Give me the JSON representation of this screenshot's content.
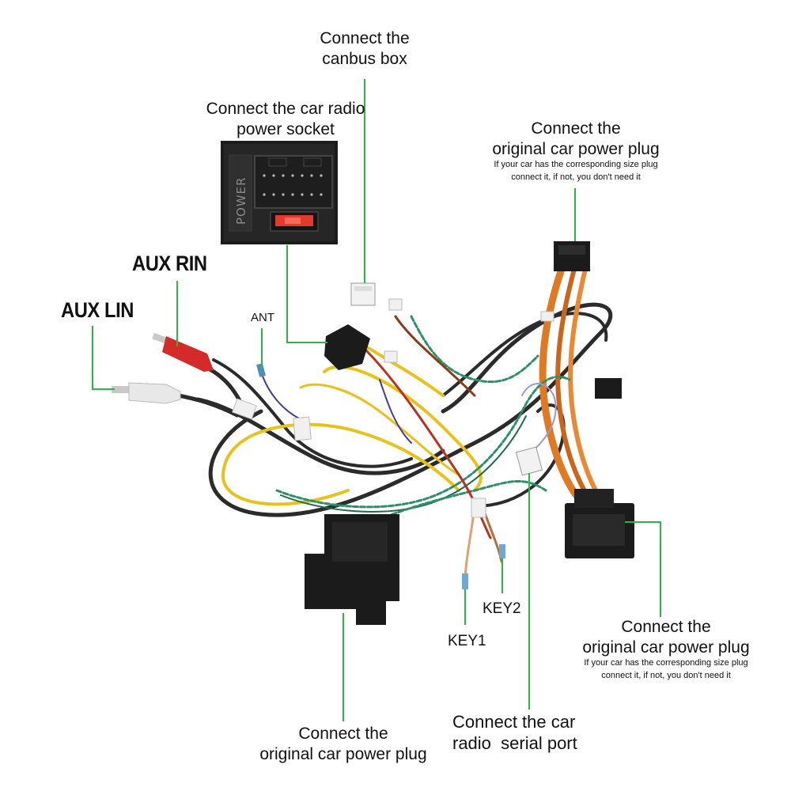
{
  "labels": {
    "canbus": {
      "line1": "Connect the",
      "line2": "canbus box"
    },
    "radio_power": {
      "line1": "Connect the car radio",
      "line2": "power socket"
    },
    "power_top": {
      "line1": "Connect the",
      "line2": "original car power plug",
      "note1": "If your car has the corresponding size plug",
      "note2": "connect it, if not, you don't need it"
    },
    "aux_rin": "AUX RIN",
    "aux_lin": "AUX LIN",
    "ant": "ANT",
    "key1": "KEY1",
    "key2": "KEY2",
    "power_right": {
      "line1": "Connect the",
      "line2": "original car power plug",
      "note1": "If your car has the corresponding size plug",
      "note2": "connect it, if not, you don't need it"
    },
    "power_bottom": {
      "line1": "Connect the",
      "line2": "original car power plug"
    },
    "serial": {
      "line1": "Connect the car",
      "line2": "radio  serial port"
    }
  },
  "inset": {
    "text": "POWER"
  },
  "colors": {
    "callout_green": "#2db34a",
    "orange_wire": "#e07a22",
    "black_wire": "#2b2b2b",
    "yellow_wire": "#e8c21a",
    "green_twisted": "#2f8f6a",
    "red_plug": "#d42a2a",
    "white_plug": "#e8e8e8",
    "fuse_red": "#e23b2e"
  }
}
